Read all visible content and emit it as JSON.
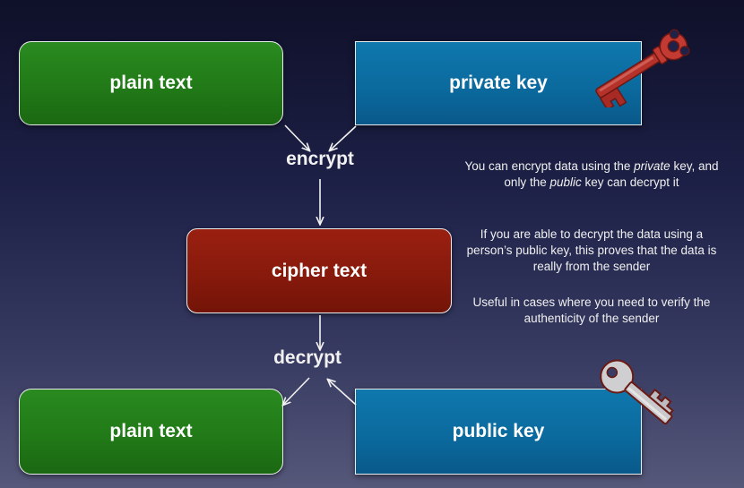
{
  "diagram": {
    "plain_text_top": "plain text",
    "private_key": "private key",
    "encrypt": "encrypt",
    "cipher_text": "cipher text",
    "decrypt": "decrypt",
    "plain_text_bottom": "plain text",
    "public_key": "public key"
  },
  "notes": {
    "note1_a": "You can encrypt data using the ",
    "note1_b": "private",
    "note1_c": " key, and only the ",
    "note1_d": "public",
    "note1_e": " key can decrypt it",
    "note2": "If you are able to decrypt the data using a person’s public key, this proves that the data is really from the sender",
    "note3": "Useful in cases where you need to verify the authenticity of the sender"
  },
  "colors": {
    "plain_box": "#217a17",
    "key_box": "#0b6a9e",
    "cipher_box": "#871a0c",
    "private_key_icon": "#b5322b",
    "public_key_icon": "#c9c9cc"
  }
}
